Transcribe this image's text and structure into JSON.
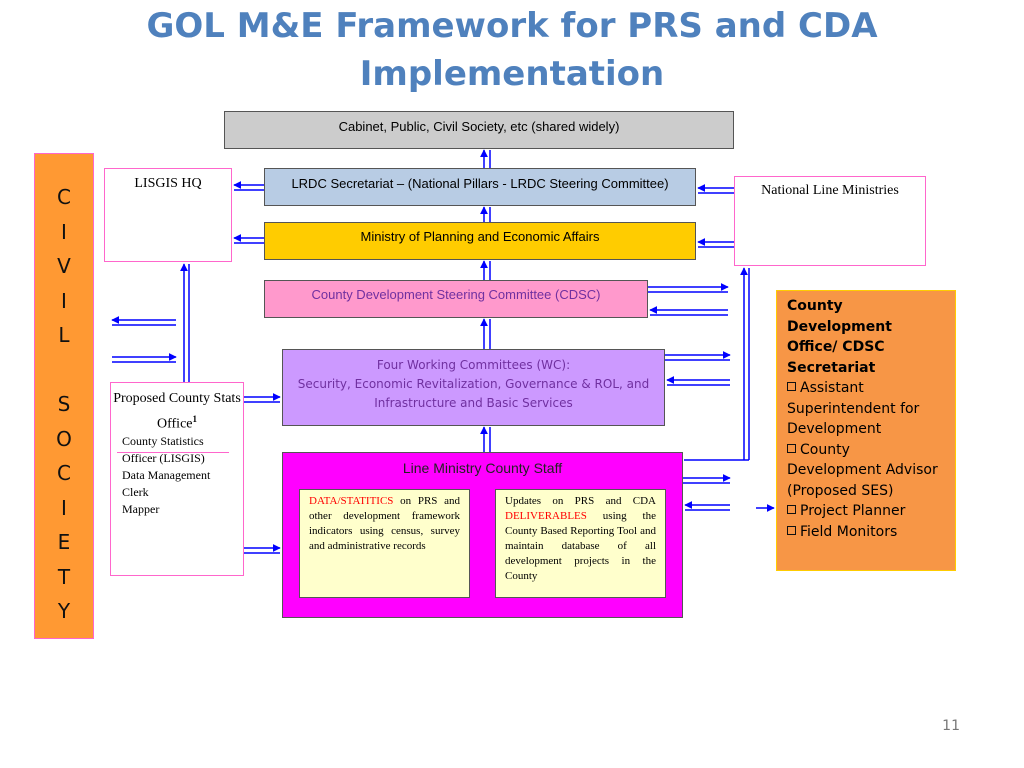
{
  "title": "GOL M&E Framework for PRS and CDA Implementation",
  "cabinet": "Cabinet, Public, Civil Society, etc (shared widely)",
  "lrdc": "LRDC Secretariat – (National Pillars -  LRDC Steering Committee)",
  "mpea": "Ministry of Planning and Economic Affairs",
  "cdsc": "County Development Steering Committee (CDSC)",
  "wc": {
    "line1": "Four Working Committees (WC):",
    "line2": "Security, Economic Revitalization, Governance & ROL, and Infrastructure and Basic Services"
  },
  "lmcs": {
    "title": "Line Ministry County Staff",
    "box1_red": "DATA/STATITICS",
    "box1_rest": " on PRS and other development framework indicators using census, survey and administrative records",
    "box2_start": "Updates on PRS and CDA ",
    "box2_red": "DELIVERABLES",
    "box2_rest": " using the County Based Reporting Tool and maintain database of all development projects in the County"
  },
  "lisgis": "LISGIS HQ",
  "nlm": "National Line Ministries",
  "pcso": {
    "title": "Proposed County Stats Office",
    "footnote": "1",
    "items": [
      "County Statistics",
      "Officer (LISGIS)",
      "Data Management",
      "Clerk",
      "Mapper"
    ]
  },
  "civil": [
    "C",
    "I",
    "V",
    "I",
    "L",
    "",
    "S",
    "O",
    "C",
    "I",
    "E",
    "T",
    "Y"
  ],
  "cdo": {
    "title": "County Development Office/ CDSC Secretariat",
    "items": [
      "Assistant Superintendent for Development",
      "County Development Advisor (Proposed SES)",
      "Project Planner",
      "Field Monitors"
    ]
  },
  "page_number": "11",
  "colors": {
    "title": "#4f81bd",
    "arrow": "#0000ff",
    "civil_society": "#ff9933",
    "cdo_box": "#f79646",
    "lmcs_box": "#ff00ff",
    "wc_box": "#cc99ff",
    "cdsc_box": "#ff99cc",
    "mpea_box": "#ffcc00",
    "lrdc_box": "#b8cce4",
    "cabinet_box": "#cccccc"
  }
}
